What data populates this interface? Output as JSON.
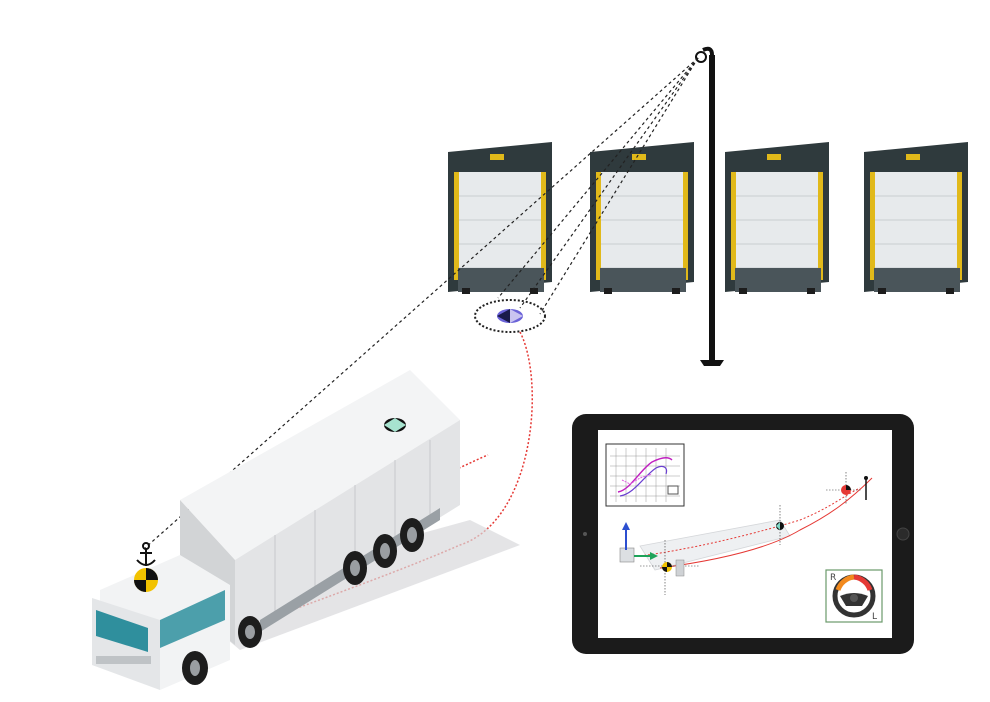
{
  "scene": {
    "dock_doors": [
      {
        "id": "door-1"
      },
      {
        "id": "door-2"
      },
      {
        "id": "door-3"
      },
      {
        "id": "door-4"
      }
    ],
    "colors": {
      "door_frame": "#2f3a3d",
      "door_panel": "#e7eaec",
      "bumper": "#e1b91a",
      "pole": "#111111",
      "trail": "#e53935",
      "sight_line": "#222222",
      "tablet_bezel": "#1b1b1b",
      "truck_cab": "#f2f3f4",
      "trailer": "#e9eaec",
      "target_blue": "#6b63d8"
    },
    "icons": [
      "anchor-icon",
      "target-marker-icon",
      "steering-wheel-icon",
      "lamp-icon"
    ]
  },
  "tablet": {
    "steering_wheel": {
      "left_letter": "R",
      "right_letter": "L"
    }
  }
}
